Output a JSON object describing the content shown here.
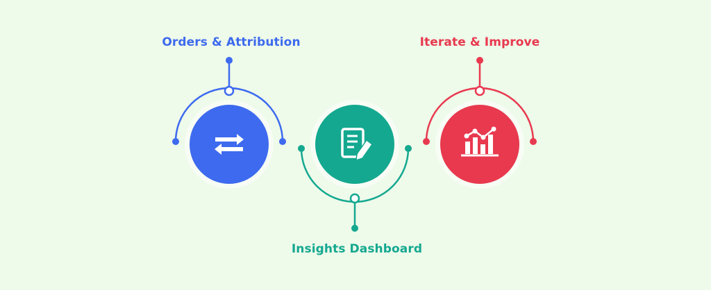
{
  "nodes": [
    {
      "id": "orders",
      "label": "Orders & Attribution",
      "icon": "swap-arrows-icon",
      "color": "#3d6aee"
    },
    {
      "id": "insights",
      "label": "Insights Dashboard",
      "icon": "document-edit-icon",
      "color": "#14a890"
    },
    {
      "id": "iterate",
      "label": "Iterate & Improve",
      "icon": "bar-chart-trend-icon",
      "color": "#e8394f"
    }
  ],
  "colors": {
    "background": "#eefaea",
    "halo": "#f7fdf5"
  }
}
